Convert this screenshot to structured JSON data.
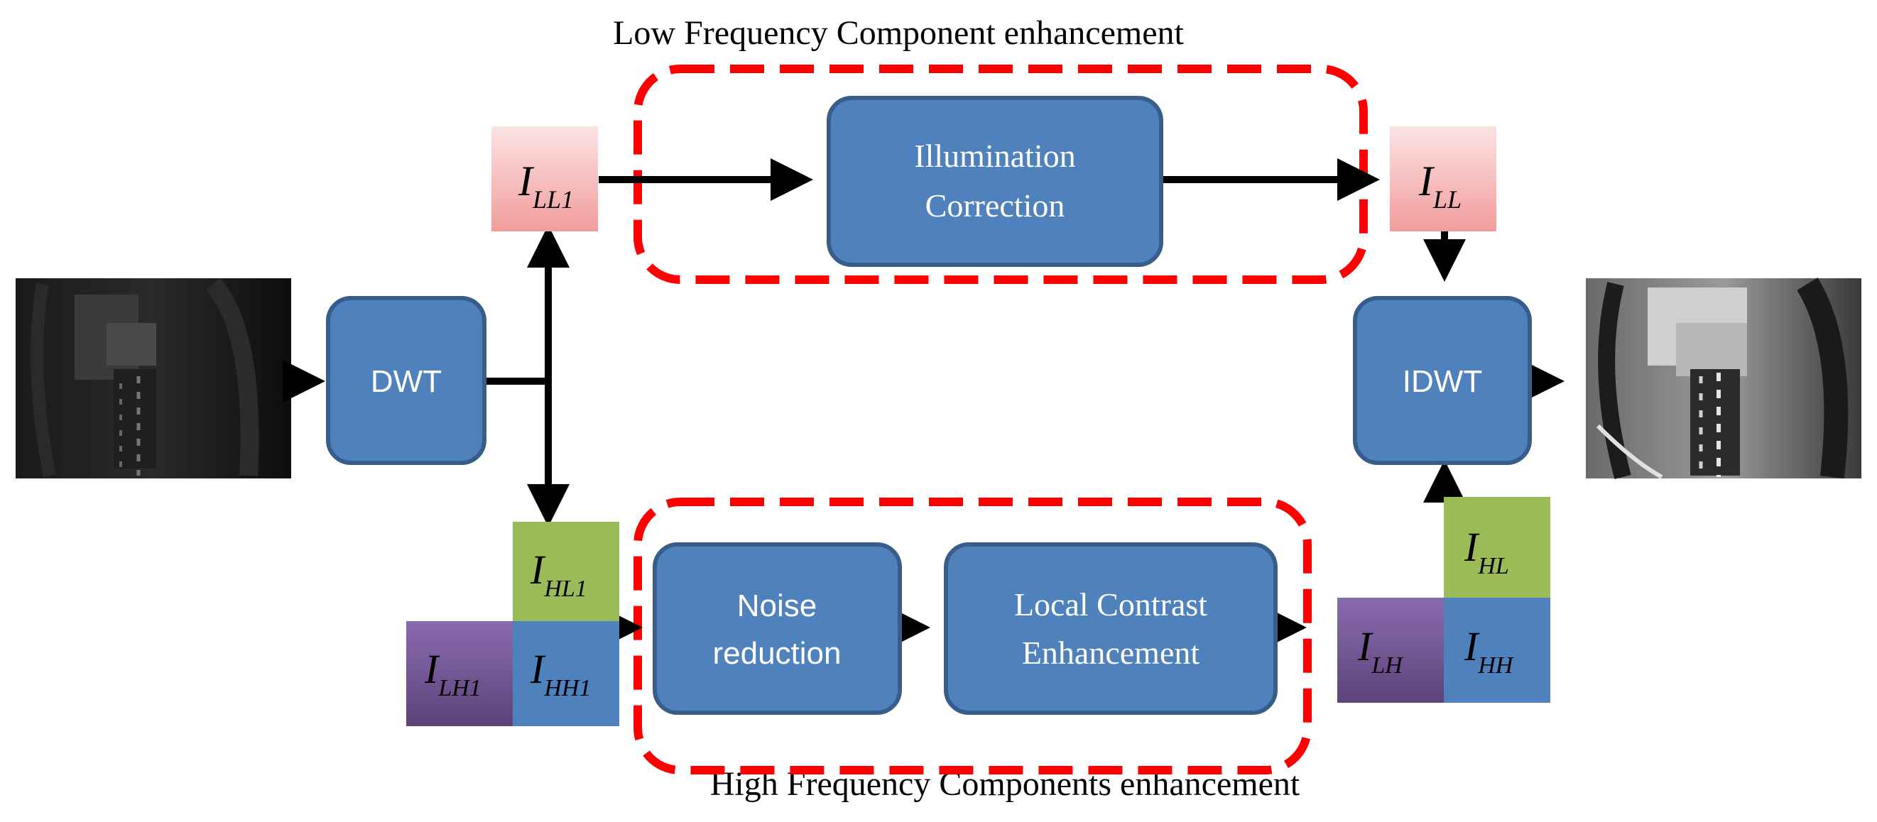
{
  "titles": {
    "low": "Low Frequency  Component  enhancement",
    "high": "High  Frequency  Components  enhancement"
  },
  "blocks": {
    "dwt": "DWT",
    "idwt": "IDWT",
    "illumination_line1": "Illumination",
    "illumination_line2": "Correction",
    "noise_line1": "Noise",
    "noise_line2": "reduction",
    "contrast_line1": "Local  Contrast",
    "contrast_line2": "Enhancement"
  },
  "coefficients": {
    "ll1": {
      "main": "I",
      "sub": "LL1"
    },
    "ll": {
      "main": "I",
      "sub": "LL"
    },
    "hl1": {
      "main": "I",
      "sub": "HL1"
    },
    "lh1": {
      "main": "I",
      "sub": "LH1"
    },
    "hh1": {
      "main": "I",
      "sub": "HH1"
    },
    "hl": {
      "main": "I",
      "sub": "HL"
    },
    "lh": {
      "main": "I",
      "sub": "LH"
    },
    "hh": {
      "main": "I",
      "sub": "HH"
    }
  },
  "colors": {
    "block_fill": "#4F81BD",
    "block_stroke": "#385D8A",
    "dashed_region": "#FF0000",
    "ll_tile": "#F4B6B6",
    "hl_tile": "#9BBB59",
    "lh_tile": "#8064A2",
    "hh_tile": "#4F81BD",
    "arrow": "#000000"
  }
}
